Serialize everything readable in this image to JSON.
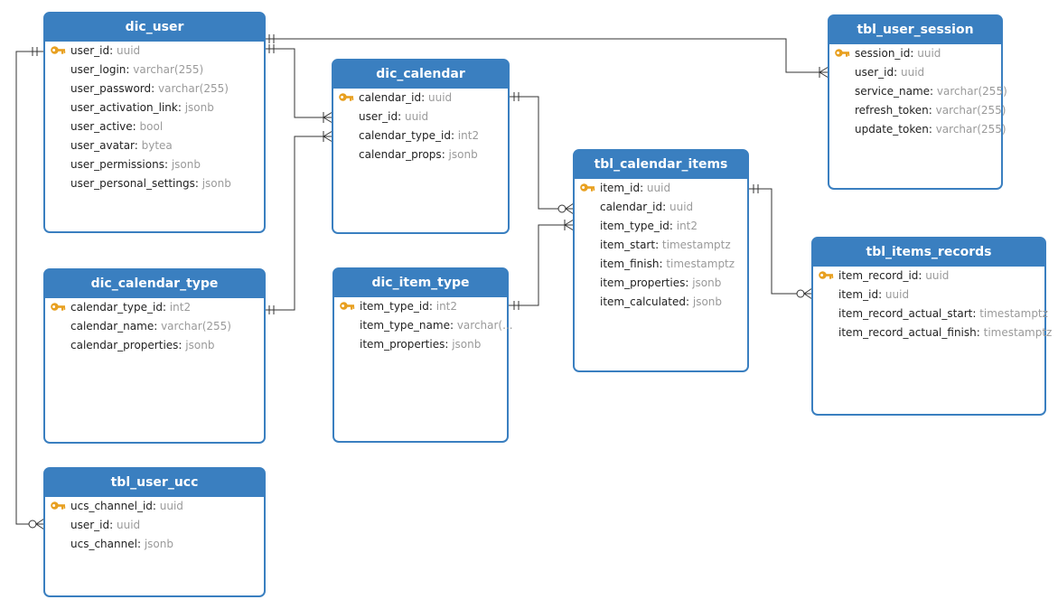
{
  "colors": {
    "header": "#3a7fc0",
    "border": "#3a7fc0",
    "type_text": "#9a9a9a",
    "key_icon": "#e8a020",
    "connector": "#333333"
  },
  "tables": [
    {
      "id": "dic_user",
      "name": "dic_user",
      "fields": [
        {
          "name": "user_id",
          "sep": ": ",
          "type": "uuid",
          "pk": true
        },
        {
          "name": "user_login",
          "sep": ": ",
          "type": "varchar(255)",
          "pk": false
        },
        {
          "name": "user_password",
          "sep": ": ",
          "type": "varchar(255)",
          "pk": false
        },
        {
          "name": "user_activation_link",
          "sep": ": ",
          "type": "jsonb",
          "pk": false
        },
        {
          "name": "user_active",
          "sep": ": ",
          "type": "bool",
          "pk": false
        },
        {
          "name": "user_avatar",
          "sep": ": ",
          "type": "bytea",
          "pk": false
        },
        {
          "name": "user_permissions",
          "sep": ": ",
          "type": "jsonb",
          "pk": false
        },
        {
          "name": "user_personal_settings",
          "sep": ": ",
          "type": "jsonb",
          "pk": false
        }
      ]
    },
    {
      "id": "dic_calendar",
      "name": "dic_calendar",
      "fields": [
        {
          "name": "calendar_id",
          "sep": ": ",
          "type": "uuid",
          "pk": true
        },
        {
          "name": "user_id",
          "sep": ": ",
          "type": "uuid",
          "pk": false
        },
        {
          "name": "calendar_type_id",
          "sep": ": ",
          "type": "int2",
          "pk": false
        },
        {
          "name": "calendar_props",
          "sep": ": ",
          "type": "jsonb",
          "pk": false
        }
      ]
    },
    {
      "id": "tbl_user_session",
      "name": "tbl_user_session",
      "fields": [
        {
          "name": "session_id",
          "sep": ": ",
          "type": "uuid",
          "pk": true
        },
        {
          "name": "user_id",
          "sep": ": ",
          "type": "uuid",
          "pk": false
        },
        {
          "name": "service_name",
          "sep": ": ",
          "type": "varchar(255)",
          "pk": false
        },
        {
          "name": "refresh_token",
          "sep": ": ",
          "type": "varchar(255)",
          "pk": false
        },
        {
          "name": "update_token",
          "sep": ": ",
          "type": "varchar(255)",
          "pk": false
        }
      ]
    },
    {
      "id": "tbl_calendar_items",
      "name": "tbl_calendar_items",
      "fields": [
        {
          "name": "item_id",
          "sep": ": ",
          "type": "uuid",
          "pk": true
        },
        {
          "name": "calendar_id",
          "sep": ": ",
          "type": "uuid",
          "pk": false
        },
        {
          "name": "item_type_id",
          "sep": ": ",
          "type": "int2",
          "pk": false
        },
        {
          "name": "item_start",
          "sep": ": ",
          "type": "timestamptz",
          "pk": false
        },
        {
          "name": "item_finish",
          "sep": ": ",
          "type": "timestamptz",
          "pk": false
        },
        {
          "name": "item_properties",
          "sep": ": ",
          "type": "jsonb",
          "pk": false
        },
        {
          "name": "item_calculated",
          "sep": ": ",
          "type": "jsonb",
          "pk": false
        }
      ]
    },
    {
      "id": "dic_calendar_type",
      "name": "dic_calendar_type",
      "fields": [
        {
          "name": "calendar_type_id",
          "sep": ": ",
          "type": "int2",
          "pk": true
        },
        {
          "name": "calendar_name",
          "sep": ": ",
          "type": "varchar(255)",
          "pk": false
        },
        {
          "name": "calendar_properties",
          "sep": ": ",
          "type": "jsonb",
          "pk": false
        }
      ]
    },
    {
      "id": "dic_item_type",
      "name": "dic_item_type",
      "fields": [
        {
          "name": "item_type_id",
          "sep": ": ",
          "type": "int2",
          "pk": true
        },
        {
          "name": "item_type_name",
          "sep": ": ",
          "type": "varchar(...",
          "pk": false
        },
        {
          "name": "item_properties",
          "sep": ": ",
          "type": "jsonb",
          "pk": false
        }
      ]
    },
    {
      "id": "tbl_items_records",
      "name": "tbl_items_records",
      "fields": [
        {
          "name": "item_record_id",
          "sep": ": ",
          "type": "uuid",
          "pk": true
        },
        {
          "name": "item_id",
          "sep": ": ",
          "type": "uuid",
          "pk": false
        },
        {
          "name": "item_record_actual_start",
          "sep": ": ",
          "type": "timestamptz",
          "pk": false
        },
        {
          "name": "item_record_actual_finish",
          "sep": ": ",
          "type": "timestamptz",
          "pk": false
        }
      ]
    },
    {
      "id": "tbl_user_ucc",
      "name": "tbl_user_ucc",
      "fields": [
        {
          "name": "ucs_channel_id",
          "sep": ": ",
          "type": "uuid",
          "pk": true
        },
        {
          "name": "user_id",
          "sep": ": ",
          "type": "uuid",
          "pk": false
        },
        {
          "name": "ucs_channel",
          "sep": ": ",
          "type": "jsonb",
          "pk": false
        }
      ]
    }
  ],
  "relations": [
    {
      "from": "dic_user",
      "to": "tbl_user_session",
      "from_card": "one",
      "to_card": "many"
    },
    {
      "from": "dic_user",
      "to": "dic_calendar",
      "from_card": "one",
      "to_card": "many"
    },
    {
      "from": "dic_calendar_type",
      "to": "dic_calendar",
      "from_card": "one",
      "to_card": "many"
    },
    {
      "from": "dic_calendar",
      "to": "tbl_calendar_items",
      "from_card": "one",
      "to_card": "zero-or-many"
    },
    {
      "from": "dic_item_type",
      "to": "tbl_calendar_items",
      "from_card": "one",
      "to_card": "many"
    },
    {
      "from": "tbl_calendar_items",
      "to": "tbl_items_records",
      "from_card": "one",
      "to_card": "zero-or-many"
    },
    {
      "from": "dic_user",
      "to": "tbl_user_ucc",
      "from_card": "one",
      "to_card": "zero-or-many"
    }
  ]
}
